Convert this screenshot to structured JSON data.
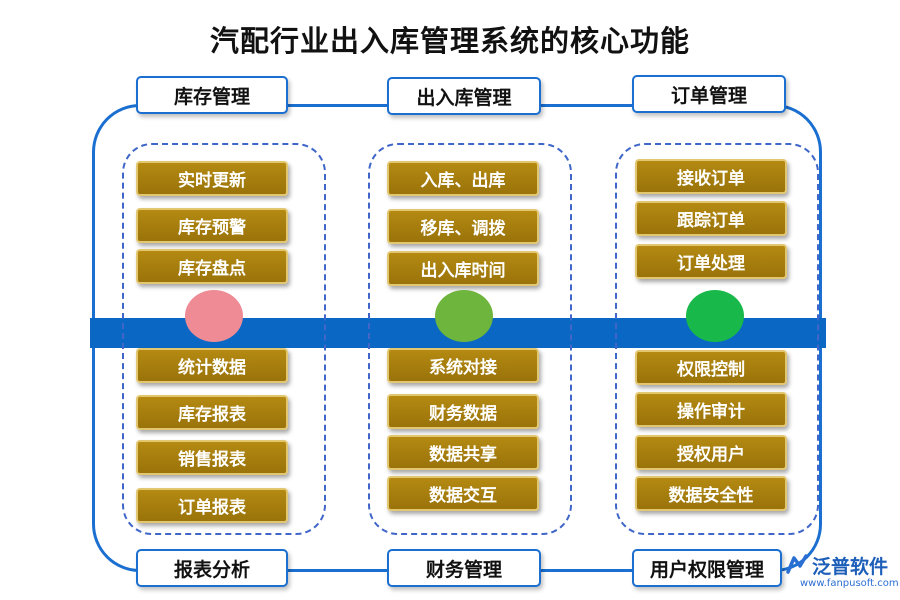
{
  "title": "汽配行业出入库管理系统的核心功能",
  "columns": [
    {
      "top_header": "库存管理",
      "bottom_header": "报表分析",
      "upper_items": [
        "实时更新",
        "库存预警",
        "库存盘点"
      ],
      "lower_items": [
        "统计数据",
        "库存报表",
        "销售报表",
        "订单报表"
      ],
      "dot_color": "#ee8b95"
    },
    {
      "top_header": "出入库管理",
      "bottom_header": "财务管理",
      "upper_items": [
        "入库、出库",
        "移库、调拨",
        "出入库时间"
      ],
      "lower_items": [
        "系统对接",
        "财务数据",
        "数据共享",
        "数据交互"
      ],
      "dot_color": "#6db53c"
    },
    {
      "top_header": "订单管理",
      "bottom_header": "用户权限管理",
      "upper_items": [
        "接收订单",
        "跟踪订单",
        "订单处理"
      ],
      "lower_items": [
        "权限控制",
        "操作审计",
        "授权用户",
        "数据安全性"
      ],
      "dot_color": "#18b84a"
    }
  ],
  "logo": {
    "icon": "fanpu-logo-icon",
    "name": "泛普软件",
    "url": "www.fanpusoft.com"
  },
  "colors": {
    "frame": "#1a6fd0",
    "band": "#0a68c4",
    "item_fill": "#a67c0e"
  }
}
